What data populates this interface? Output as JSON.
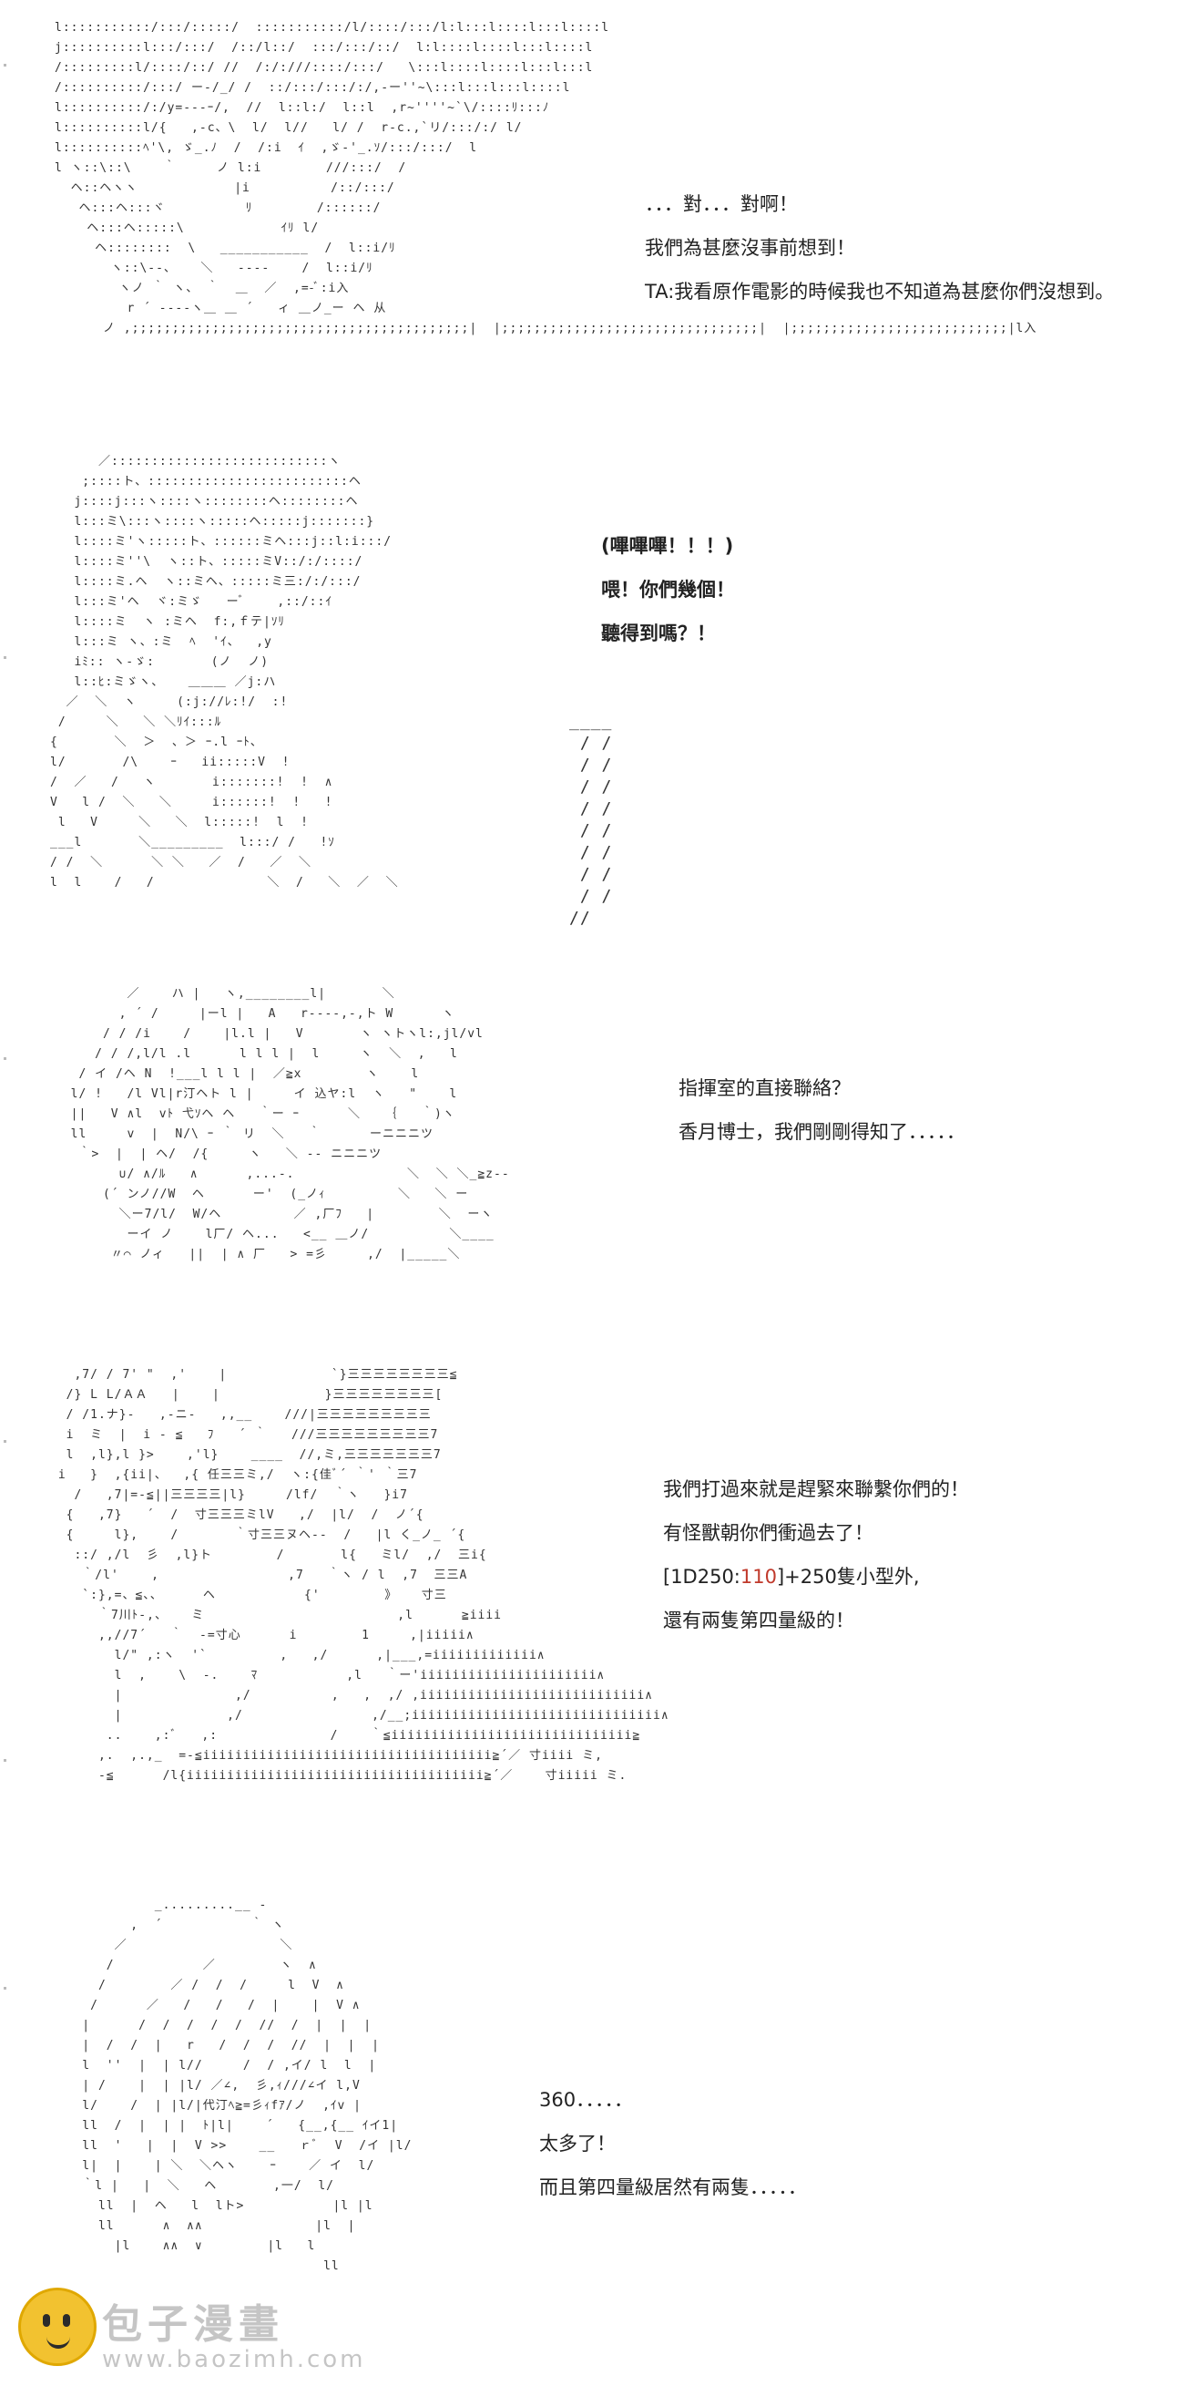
{
  "panels": [
    {
      "art": "l:::::::::::/:::/:::::/  :::::::::::/l/::::/:::/l:l:::l::::l:::l::::l\nj::::::::::l:::/:::/  /::/l::/  :::/:::/::/  l:l::::l::::l:::l::::l\n/:::::::::l/::::/::/ //  /:/:///::::/:::/   \\:::l::::l::::l:::l:::l\n/::::::::::/:::/ ー-/_/ /  ::/:::/:::/:/,-ー''~\\:::l:::l:::l::::l\nl::::::::::/:/y=---ｰ/,  //  l::l:/  l::l  ,r~''''~`\\/::::ﾘ:::ﾉ\nl::::::::::l/{   ,-c、\\  l/  l//   l/ /  r-c.,`リ/:::/:/ l/\nl::::::::::ﾍ'\\, ゞ_.ﾉ  /  /:i  ｲ  ,ゞ-'_.ｿ/:::/:::/  l\nl ヽ::\\::\\    ｀     ノ l:i        ///:::/  /\n  ヘ::ヘヽヽ            |i          /::/:::/\n   ヘ:::ヘ:::ヾ          ﾘ        /::::::/\n    ヘ:::ヘ:::::\\            ｲﾘ l/\n     ヘ::::::::  \\   ___________  /  l::i/ﾘ\n       ヽ::\\--、   ＼   ----    /  l::i/ﾘ\n        ヽノ ｀ ヽ、 ｀  ＿  ／  ,=-ﾞ:i入\n         r ´ ----ヽ＿ ＿ ´   ィ ＿ノ_ー ヘ 从\n      ノ ,;;;;;;;;;;;;;;;;;;;;;;;;;;;;;;;;;;;;;;;;;;|  |;;;;;;;;;;;;;;;;;;;;;;;;;;;;;;;;|  |;;;;;;;;;;;;;;;;;;;;;;;;;;;|l入",
      "dialog": [
        "．．．對．．．對啊！",
        "我們為甚麼沒事前想到！",
        "TA:我看原作電影的時候我也不知道為甚麼你們沒想到。"
      ]
    },
    {
      "art": "      ／:::::::::::::::::::::::::::ヽ\n    ;::::ト、:::::::::::::::::::::::::ヘ\n   j::::j:::ヽ::::ヽ::::::::ヘ::::::::ヘ\n   l:::ミ\\:::ヽ::::ヽ:::::ヘ:::::j:::::::}\n   l::::ミ'ヽ:::::ト、::::::ミヘ:::j::l:i:::/\n   l::::ミ''\\  ヽ::ト、:::::ミV::/:/::::/\n   l::::ミ.ヘ  ヽ::ミヘ、:::::ミ三:/:/:::/\n   l:::ミ'ヘ  ヾ:ミゞ   ーﾞ    ,::/::ｲ\n   l::::ミ  ヽ :ミヘ  f:,ｆテ|ｿﾘ\n   l:::ミ ヽ、:ミ  ﾍ  'ｲ、  ,y\n   iﾐ:: ヽ-ゞ:       (ノ  ノ)\n   l::ﾋ:ミゞヽ、   ＿＿＿ ／j:ハ\n  ／  ＼  ヽ     (:j://ﾚ:!/  :!\n /     ＼   ＼ ＼ﾘｲ:::ﾙ\n{       ＼  ＞  、＞ ｰ.l ｰﾄ、\nl/       /\\    ｰ   ii:::::V  !\n/  ／   /   ヽ       i:::::::!  !  ∧\nV   l /  ＼   ＼     i::::::!  !   !\n l   V     ＼   ＼  l:::::!  l  !\n___l       ＼_________  l:::/ /   !ｿ\n/ /  ＼      ＼ ＼   ／  /   ／  ＼\nl  l    /   /              ＼  /   ＼  ／  ＼",
      "rail": "____\n / /\n / /\n / /\n / /\n / /\n / /\n / /\n / /\n//",
      "dialog": [
        "(嗶嗶嗶！！！)",
        "喂！你們幾個！",
        "聽得到嗎？！"
      ]
    },
    {
      "art": "         ／    ハ |   ヽ,________l|       ＼\n        , ´ /     |ーl |   A   r----,-,ト W      ヽ\n      / / /i    /    |l.l |   V       ヽ ヽトヽl:,jl/vl\n     / / /,l/l .l      l l l |  l     ヽ  ＼  ,   l\n   / イ /ヘ N  !___l l l |  ／≧x        ヽ    l\n  l/ !   /l Vl|r汀ヘト l |     イ 込ヤ:l  ヽ   \"    l\n  ||   V ∧l  vﾄ 弋ｿヘ ヘ   ｀ー ｰ      ＼   ｛   ｀)ヽ\n  ll     v  |  N/\\ ｰ ｀ リ  ＼   ｀      ーニニニツ\n   ｀>  |  | ヘ/  /{     ヽ   ＼ -- ニニニツ\n        ∪/ ∧/ﾙ   ∧      ,...-.              ＼  ＼ ＼_≧z--\n      (´ ンノ//W  ヘ      ー'  (_ノｨ         ＼   ＼ ー\n        ＼ー7/l/  W/ヘ         ／ ,厂ﾌ   |        ＼  ーヽ\n         ーイ ノ    l厂/ ヘ...   <__ ＿ノ/          ＼____\n       〃⌒ ノィ   ||  | ∧ 厂   > =彡     ,/  |_____＼",
      "dialog": [
        "指揮室的直接聯絡？",
        "香月博士，我們剛剛得知了．．．．．"
      ]
    },
    {
      "art": "   ,7/ / 7' \"  ,'    |             `}三三三三三三三三≦\n  /} L L/ＡＡ   |    |             }三三三三三三三三[\n  / /1.ナ}-   ,-ニ-   ,,__    ///|三三三三三三三三三\n  i  ミ  |  i - ≦   ﾌ   ´ ｀   ///三三三三三三三三三7\n  l  ,l},l }>    ,'l}    ____  //,ミ,三三三三三三三7\n i   }  ,{ii|、  ,{ 任三三ミ,/  ヽ:{佳ﾞ´ ｀' ｀三7\n   /   ,7|=-≦||三三三三|l}     /lf/  ｀ヽ   }i7\n  {   ,7}   ´  /  寸三三三ミlV   ,/  |l/  /  ノ´{\n  {     l},    /       ｀寸三三ヌヘ--  /   |l く_ノ_ ´{\n   ::/ ,/l  彡  ,l}ト        /       l{   ミl/  ,/  三i{\n    ｀/l'    ,                ,7   ｀ヽ / l  ,7  三三A\n    `:},=、≦、、     ヘ           {'        》   寸三\n      ｀7川ﾄ-,、   ミ                        ,l      ≧iiii\n      ,,//7´   ｀  -=寸心      i        1     ,|iiiii∧\n        l/\" ,:ヽ  '`         ,   ,/      ,|___,=iiiiiiiiiiiii∧\n        l  ,    \\  -.    ﾏ           ,l   ｀ー'iiiiiiiiiiiiiiiiiiiiii∧\n        |              ,/          ,   ,  ,/ ,iiiiiiiiiiiiiiiiiiiiiiiiiiii∧\n        |             ,/                ,/__;iiiiiiiiiiiiiiiiiiiiiiiiiiiiiii∧\n       ..    ,:ﾞ   ,:              /    ｀≦iiiiiiiiiiiiiiiiiiiiiiiiiiiiii≧\n      ,.  ,.,_  =-≦iiiiiiiiiiiiiiiiiiiiiiiiiiiiiiiiiiii≧´／ 寸iiii ミ,\n      -≦      /l{iiiiiiiiiiiiiiiiiiiiiiiiiiiiiiiiiiiii≧´／    寸iiiii ミ.",
      "dialog_lines": [
        {
          "text": "我們打過來就是趕緊來聯繫你們的！"
        },
        {
          "text": "有怪獸朝你們衝過去了！"
        },
        {
          "prefix": "[1D250:",
          "roll": "110",
          "suffix": "]+250隻小型外,"
        },
        {
          "text": "還有兩隻第四量級的！"
        }
      ],
      "roll_color": "#c0392b"
    },
    {
      "art": "             _.........__ ‐\n          ,  ´           ｀ ヽ\n        ／                   ＼\n       /           ／        ヽ  ∧\n      /        ／ /  /  /     l  V  ∧\n     /      ／   /   /   /  |    |  V ∧\n    |      /  /  /  /  /  //  /  |  |  |\n    |  /  /  |   r   /  /  /  //  |  |  |\n    l  ''  |  | l//     /  / ,イ/ l  l  |\n    | /    |  | |l/ ／∠,  彡,ｨ///∠イ l,V\n    l/    /  | |l/|代汀ﾍ≧=彡ｨfｱ/ノ  ,ｲv |\n    ll  /  |  | |  ﾄ|l|    ´   {__,{__ ｲイ1|\n    ll  '   |  |  V >>    __   ｒﾞ  V  /イ |l/\n    l|  |    | ＼  ＼ヘヽ    ｰ    ／ イ  l/\n    ｀l |   |  ＼   ヘ       ,一/  l/\n      ll  |  ヘ   l  lト>           |l |l\n      ll      ∧  ∧∧              |l  |\n        |l    ∧∧  ∨        |l   l\n                                  ll",
      "dialog": [
        "360．．．．．",
        "太多了！",
        "而且第四量級居然有兩隻．．．．．"
      ]
    }
  ],
  "watermark": {
    "site_name": "包子漫畫",
    "url": "www.baozimh.com",
    "logo_icon": "bun-mascot-icon"
  }
}
